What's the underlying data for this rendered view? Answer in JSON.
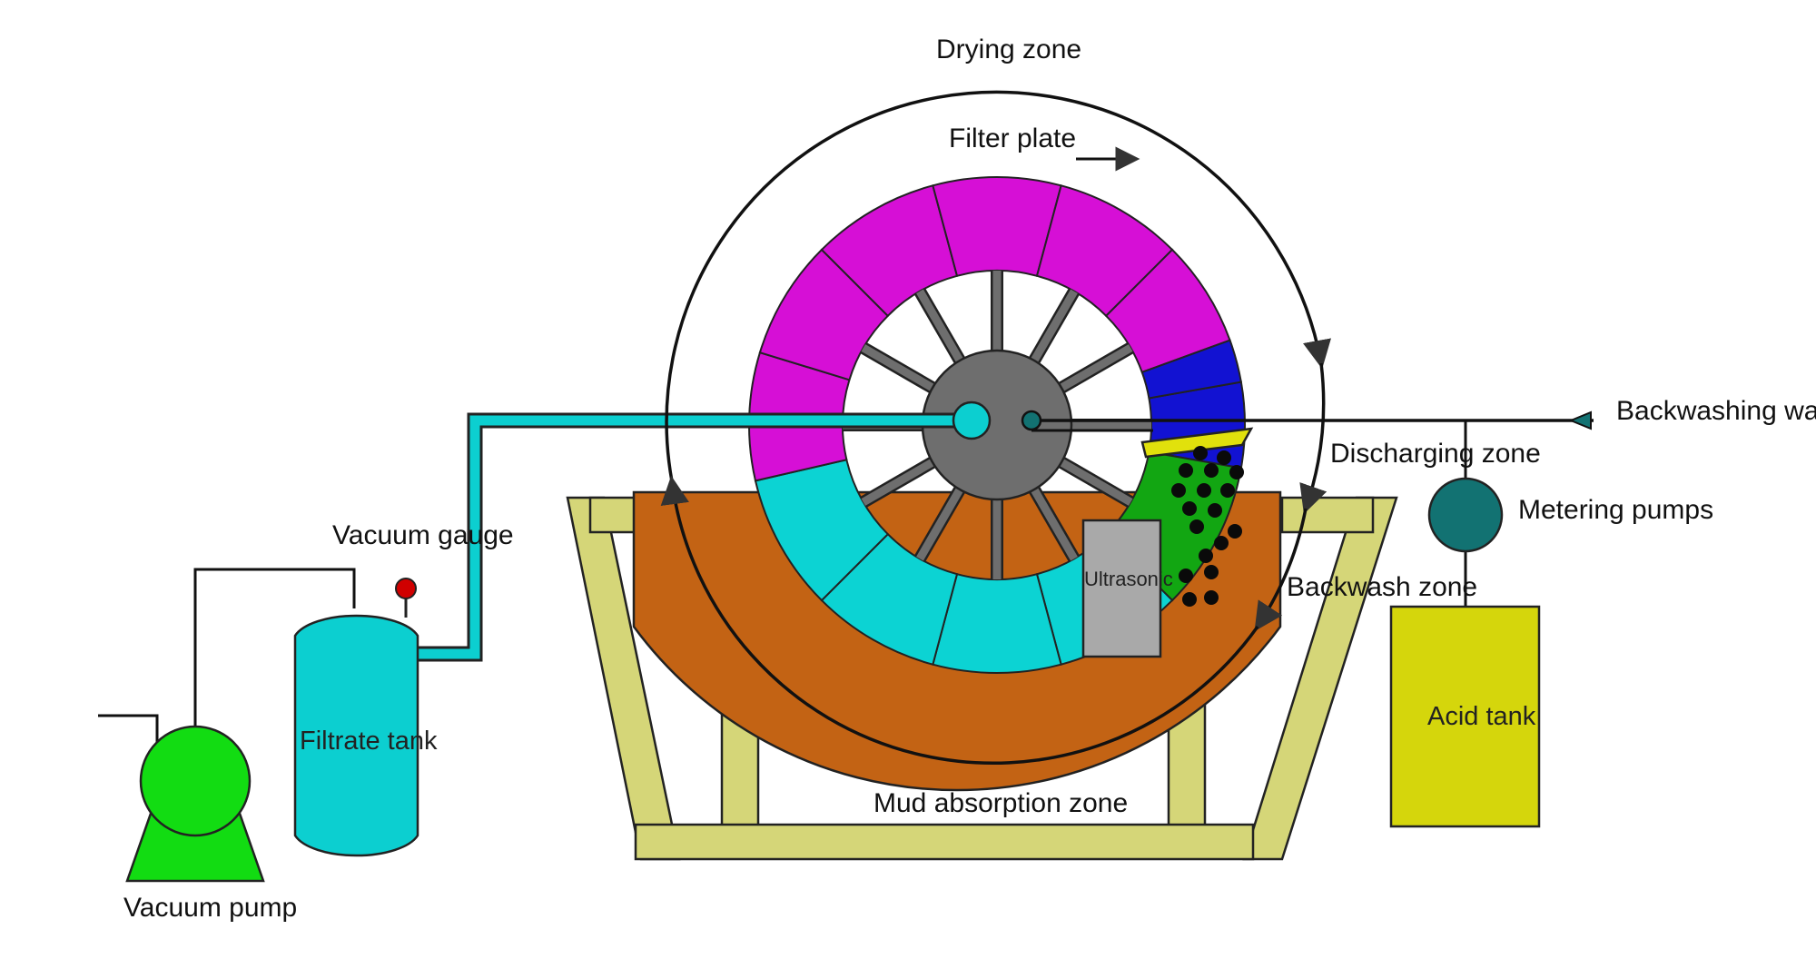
{
  "labels": {
    "drying_zone": "Drying zone",
    "filter_plate": "Filter plate",
    "backwashing_water": "Backwashing water",
    "discharging_zone": "Discharging zone",
    "metering_pumps": "Metering pumps",
    "vacuum_gauge": "Vacuum gauge",
    "backwash_zone": "Backwash zone",
    "ultrasonic": "Ultrasonic",
    "filtrate_tank": "Filtrate tank",
    "acid_tank": "Acid tank",
    "mud_absorption_zone": "Mud absorption zone",
    "vacuum_pump": "Vacuum pump"
  },
  "colors": {
    "magenta_segments": "#d60fd6",
    "blue_segments": "#1212d2",
    "cyan_segments": "#0cd3d3",
    "green_section": "#12a612",
    "hub": "#6e6e6e",
    "trough": "#c36314",
    "frame": "#d5d678",
    "pipe": "#0ccfd0",
    "metering_pump": "#127272",
    "acid_tank": "#d5d60c",
    "vacuum_pump": "#12dc12",
    "gauge": "#d00000",
    "ultrasonic_box": "#a9a9a9",
    "yellow_scraper": "#e1e10c"
  }
}
